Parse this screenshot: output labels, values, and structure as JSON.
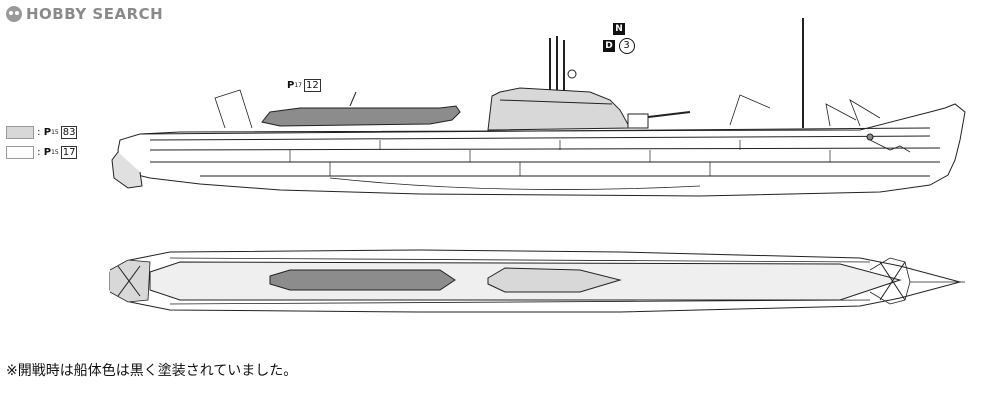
{
  "logo": {
    "text": "HOBBY SEARCH"
  },
  "legend": [
    {
      "page_letter": "P",
      "page_sub": "15",
      "number": "83",
      "color": "#d8d8d8"
    },
    {
      "page_letter": "P",
      "page_sub": "15",
      "number": "17",
      "color": "#ffffff"
    }
  ],
  "callouts": {
    "seaplane_part": {
      "page_letter": "P",
      "page_sub": "17",
      "number": "12"
    },
    "tower_part": {
      "square_top": "N",
      "square_bottom": "D",
      "circle_number": "3"
    }
  },
  "note": "※開戦時は船体色は黒く塗装されていました。",
  "colors": {
    "hull_light": "#d8d8d8",
    "hull_dark": "#8c8c8c",
    "line": "#222222"
  }
}
